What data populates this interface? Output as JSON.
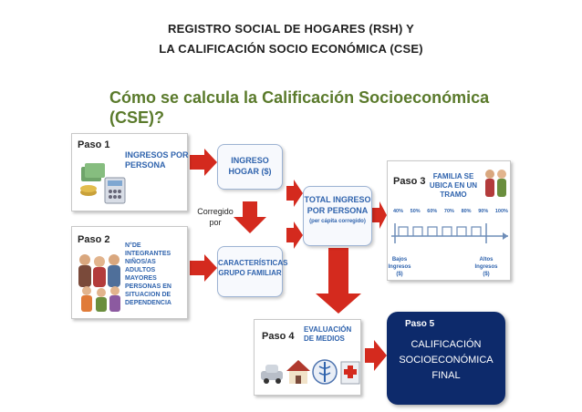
{
  "header": {
    "line1": "REGISTRO SOCIAL DE HOGARES (RSH) Y",
    "line2": "LA CALIFICACIÓN SOCIO ECONÓMICA (CSE)"
  },
  "subtitle": "Cómo se calcula la Calificación Socioeconómica (CSE)?",
  "paso1": {
    "label": "Paso 1",
    "text": "INGRESOS POR PERSONA"
  },
  "paso2": {
    "label": "Paso 2",
    "text": "N°DE INTEGRANTES NIÑOS/AS ADULTOS MAYORES PERSONAS EN SITUACION DE DEPENDENCIA"
  },
  "ingreso_hogar": "INGRESO HOGAR ($)",
  "corregido": "Corregido por",
  "caracteristicas": "CARACTERÍSTICAS GRUPO FAMILIAR",
  "total": {
    "title": "TOTAL INGRESO POR PERSONA",
    "note": "(per cápita corregido)"
  },
  "paso3": {
    "label": "Paso 3",
    "text": "FAMILIA SE UBICA EN UN TRAMO",
    "ticks": [
      "40%",
      "50%",
      "60%",
      "70%",
      "80%",
      "90%",
      "100%"
    ],
    "low_label": "Bajos Ingresos ($)",
    "high_label": "Altos Ingresos ($)"
  },
  "paso4": {
    "label": "Paso 4",
    "text": "EVALUACIÓN DE MEDIOS"
  },
  "paso5": {
    "label": "Paso 5",
    "text": "CALIFICACIÓN SOCIOECONÓMICA FINAL"
  },
  "colors": {
    "arrow": "#d42a1e",
    "blue": "#2f63ad",
    "final_bg": "#0d2a6b",
    "subtitle": "#5a7a2b"
  },
  "icons": [
    "money-stack-icon",
    "calculator-icon",
    "family-group-icon",
    "car-icon",
    "house-icon",
    "health-caduceus-icon",
    "hospital-icon"
  ]
}
